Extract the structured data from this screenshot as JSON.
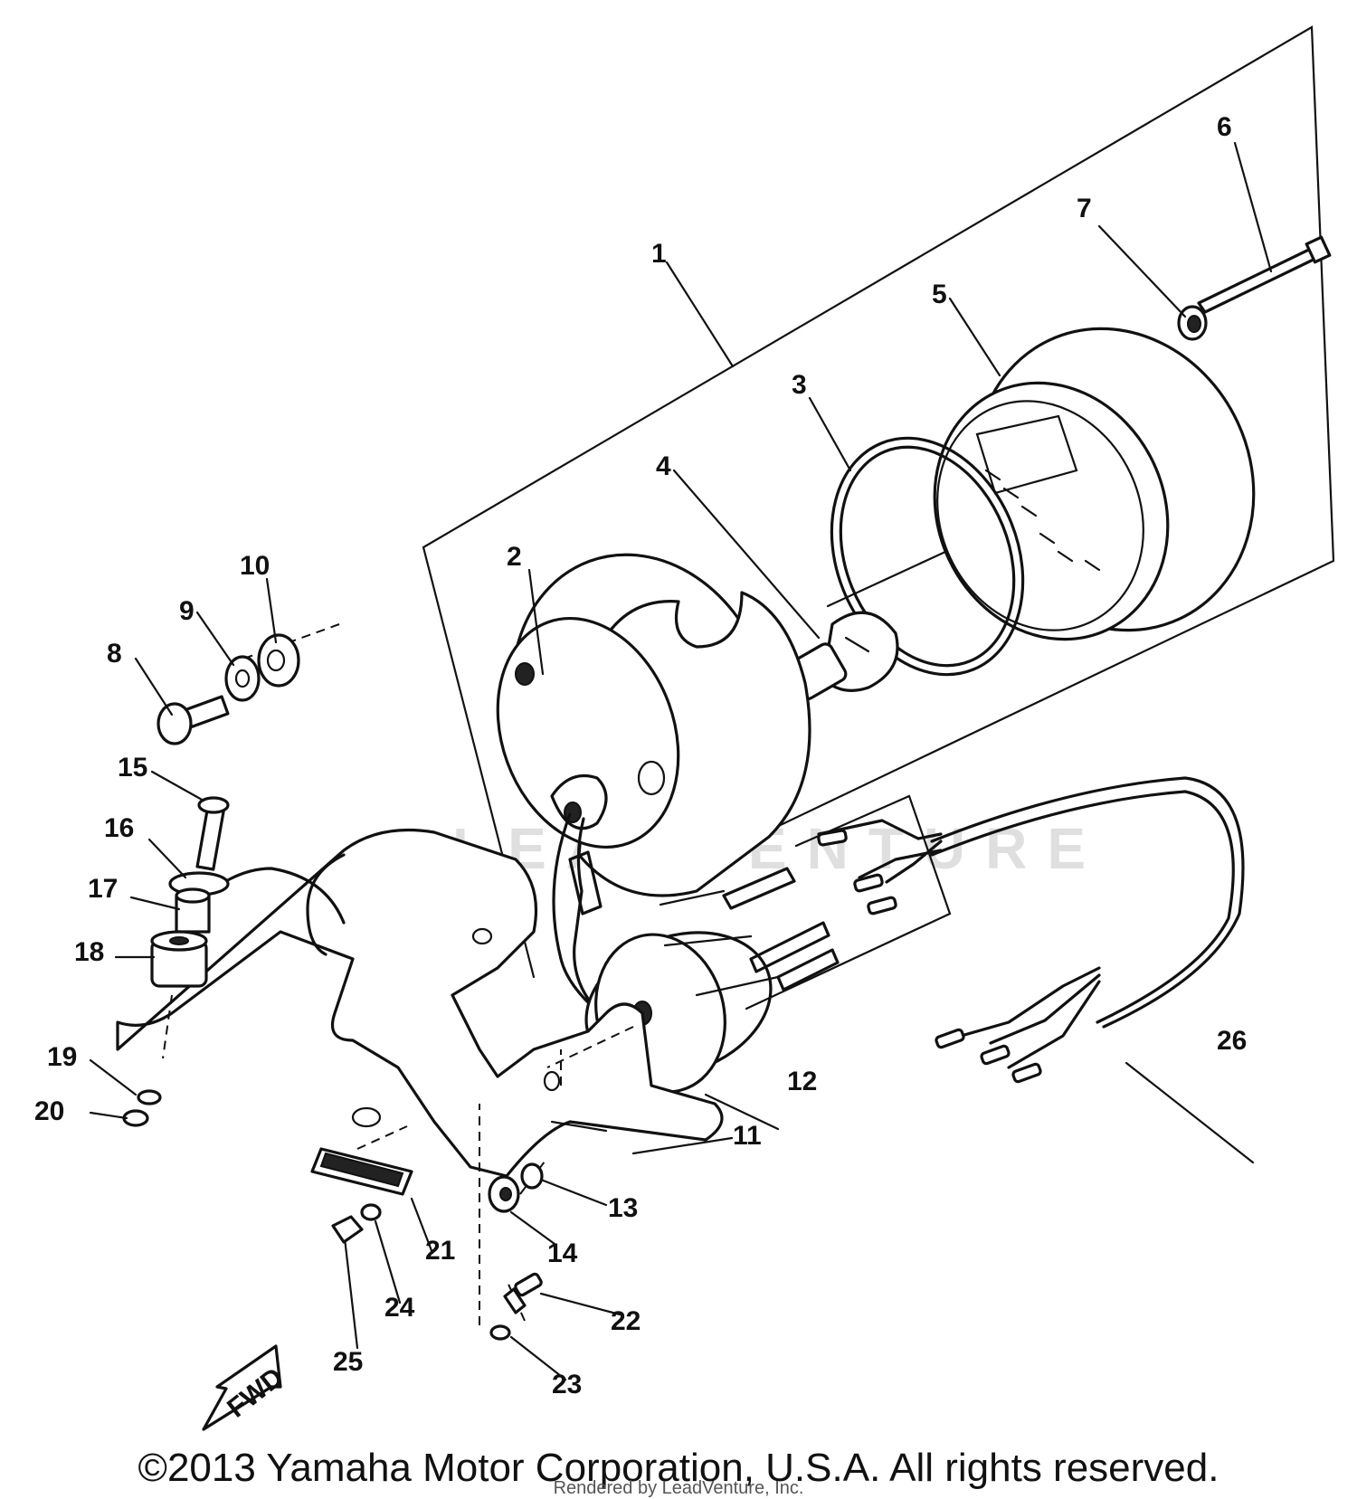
{
  "diagram": {
    "parts": [
      {
        "id": "p1",
        "label": "1"
      },
      {
        "id": "p2",
        "label": "2"
      },
      {
        "id": "p3",
        "label": "3"
      },
      {
        "id": "p4",
        "label": "4"
      },
      {
        "id": "p5",
        "label": "5"
      },
      {
        "id": "p6",
        "label": "6"
      },
      {
        "id": "p7",
        "label": "7"
      },
      {
        "id": "p8",
        "label": "8"
      },
      {
        "id": "p9",
        "label": "9"
      },
      {
        "id": "p10",
        "label": "10"
      },
      {
        "id": "p11",
        "label": "11"
      },
      {
        "id": "p12",
        "label": "12"
      },
      {
        "id": "p13",
        "label": "13"
      },
      {
        "id": "p14",
        "label": "14"
      },
      {
        "id": "p15",
        "label": "15"
      },
      {
        "id": "p16",
        "label": "16"
      },
      {
        "id": "p17",
        "label": "17"
      },
      {
        "id": "p18",
        "label": "18"
      },
      {
        "id": "p19",
        "label": "19"
      },
      {
        "id": "p20",
        "label": "20"
      },
      {
        "id": "p21",
        "label": "21"
      },
      {
        "id": "p22",
        "label": "22"
      },
      {
        "id": "p23",
        "label": "23"
      },
      {
        "id": "p24",
        "label": "24"
      },
      {
        "id": "p25",
        "label": "25"
      },
      {
        "id": "p26",
        "label": "26"
      }
    ],
    "fwd_marker": "FWD",
    "watermark": "LEADVENTURE"
  },
  "footer": {
    "copyright": "©2013 Yamaha Motor Corporation, U.S.A. All rights reserved.",
    "rendered_by": "Rendered by LeadVenture, Inc."
  }
}
